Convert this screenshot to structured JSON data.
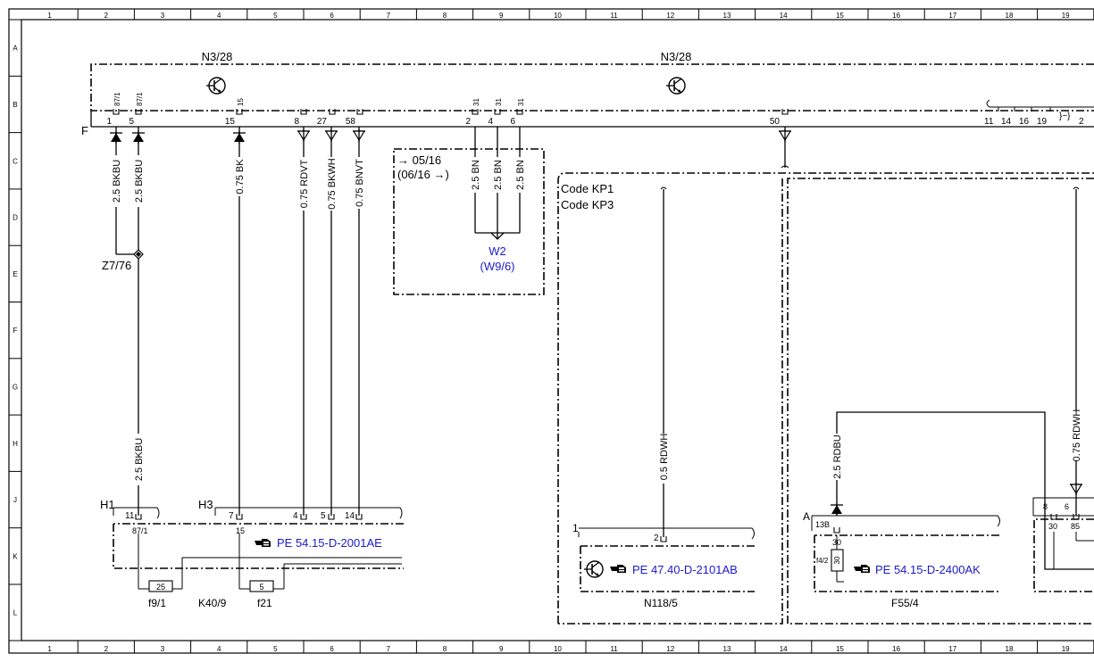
{
  "grid": {
    "columns": [
      "1",
      "2",
      "3",
      "4",
      "5",
      "6",
      "7",
      "8",
      "9",
      "10",
      "11",
      "12",
      "13",
      "14",
      "15",
      "16",
      "17",
      "18",
      "19"
    ],
    "rows": [
      "A",
      "B",
      "C",
      "D",
      "E",
      "F",
      "G",
      "H",
      "J",
      "K",
      "L"
    ]
  },
  "components": {
    "n3_28_left": "N3/28",
    "n3_28_right": "N3/28",
    "z7_76": "Z7/76",
    "w2": "W2",
    "w9_6": "(W9/6)",
    "h1": "H1",
    "h3": "H3",
    "k40_9": "K40/9",
    "f9_1": "f9/1",
    "f21": "f21",
    "n118_5": "N118/5",
    "f55_4": "F55/4"
  },
  "connector_f": "F",
  "connector_a": "A",
  "connector_1": "1",
  "pins_top": [
    {
      "inner": "87/1",
      "outer": "1"
    },
    {
      "inner": "87/1",
      "outer": "5"
    },
    {
      "inner": "15",
      "outer": "15"
    },
    {
      "inner": "",
      "outer": "8"
    },
    {
      "inner": "",
      "outer": "27"
    },
    {
      "inner": "",
      "outer": "58"
    },
    {
      "inner": "31",
      "outer": "2"
    },
    {
      "inner": "31",
      "outer": "4"
    },
    {
      "inner": "31",
      "outer": "6"
    },
    {
      "inner": "",
      "outer": "50"
    }
  ],
  "pins_right": [
    "11",
    "14",
    "16",
    "19",
    "2"
  ],
  "wires": {
    "w1": "2.5 BKBU",
    "w2": "2.5 BKBU",
    "w3": "0.75 BK",
    "w4": "0.75 RDVT",
    "w5": "0.75 BKWH",
    "w6": "0.75 BNVT",
    "w7": "2.5 BN",
    "w8": "2.5 BN",
    "w9": "2.5 BN",
    "w10": "2.5 BKBU",
    "w11": "0.5 RDWH",
    "w12": "2.5 RDBU",
    "w13": "0.75 RDWH"
  },
  "variant_box": {
    "line1": "→ 05/16",
    "line2": "(06/16 →)"
  },
  "codes": {
    "kp1": "Code KP1",
    "kp3": "Code KP3"
  },
  "h1_pins": {
    "top": "11",
    "bottom": "87/1"
  },
  "h3_pins": {
    "p7": "7",
    "p15": "15",
    "p4": "4",
    "p5": "5",
    "p14": "14"
  },
  "fuses": {
    "f9_1_value": "25",
    "f21_value": "5"
  },
  "n118_pin": "2",
  "f55_pins": {
    "p13b": "13B",
    "p30": "30",
    "f4_2": "f4/2",
    "inner": "30"
  },
  "right_pins": {
    "p8": "8",
    "p6": "6",
    "p30": "30",
    "p85": "85"
  },
  "refs": {
    "ref1": "PE 54.15-D-2001AE",
    "ref2": "PE 47.40-D-2101AB",
    "ref3": "PE 54.15-D-2400AK"
  },
  "colors": {
    "line": "#000000",
    "reference_blue": "#1a1acc"
  }
}
